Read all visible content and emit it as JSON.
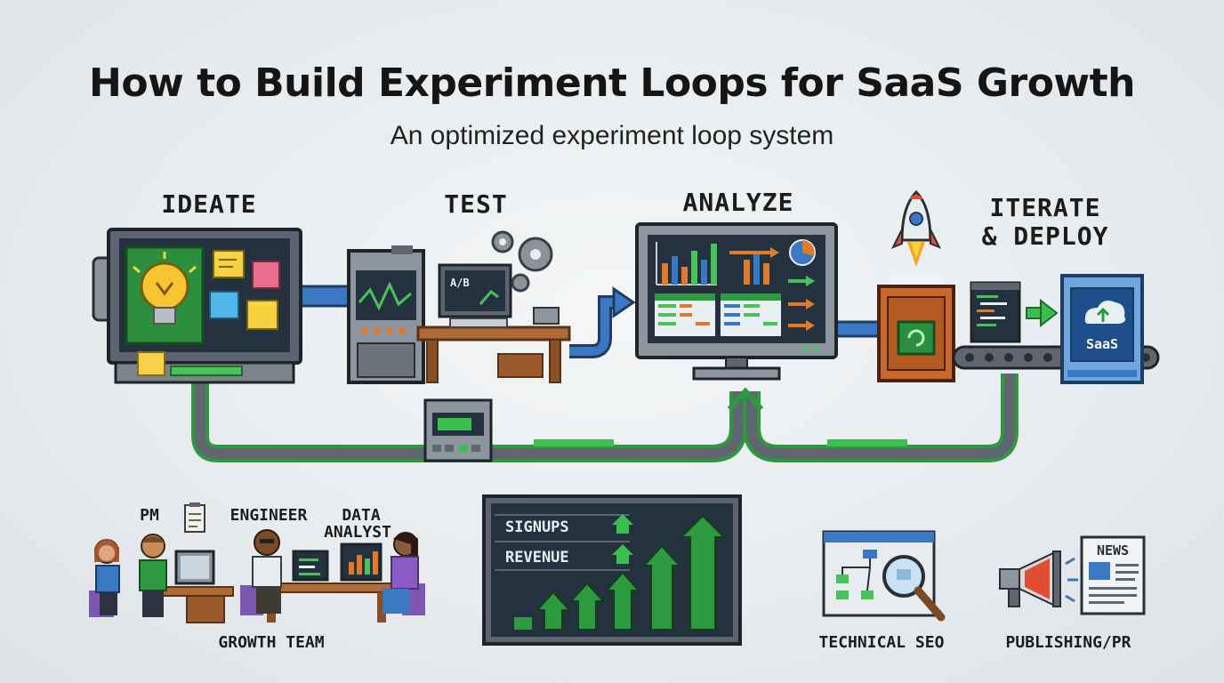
{
  "title": "How to Build Experiment Loops for SaaS Growth",
  "subtitle": "An optimized experiment loop system",
  "stages": {
    "ideate": "IDEATE",
    "test": "TEST",
    "analyze": "ANALYZE",
    "iterate_line1": "ITERATE",
    "iterate_line2": "& DEPLOY"
  },
  "screen_text": {
    "ab": "A/B",
    "saas": "SaaS"
  },
  "team": {
    "pm": "PM",
    "engineer": "ENGINEER",
    "data_analyst_line1": "DATA",
    "data_analyst_line2": "ANALYST",
    "group": "GROWTH TEAM"
  },
  "metrics": {
    "signups": "SIGNUPS",
    "revenue": "REVENUE"
  },
  "channels": {
    "seo": "TECHNICAL SEO",
    "pr": "PUBLISHING/PR",
    "news": "NEWS"
  },
  "colors": {
    "pipe_green": "#2e9a3f",
    "belt_gray": "#5f6670",
    "screen_dark": "#24323f",
    "accent_orange": "#e07a2b",
    "arrow_blue": "#3b78c4"
  }
}
